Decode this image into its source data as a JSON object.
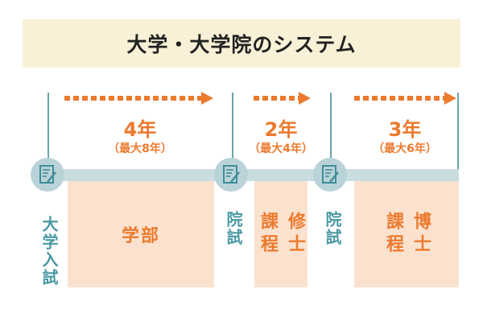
{
  "title": "大学・大学院のシステム",
  "segments": [
    {
      "years": "4年",
      "max": "（最大8年）",
      "stage": "学部"
    },
    {
      "years": "2年",
      "max": "（最大4年）",
      "stage": "修士\n課程"
    },
    {
      "years": "3年",
      "max": "（最大6年）",
      "stage": "博士\n課程"
    }
  ],
  "exams": [
    {
      "label": "大学入試",
      "icon": "exam-paper-icon"
    },
    {
      "label": "院試",
      "icon": "exam-paper-icon"
    },
    {
      "label": "院試",
      "icon": "exam-paper-icon"
    }
  ],
  "colors": {
    "accent_orange": "#ec7a2e",
    "stage_fill": "#fbe2cf",
    "timeline": "#c9dde1",
    "teal_text": "#4a99a3",
    "title_bg": "#f8f1d7"
  }
}
